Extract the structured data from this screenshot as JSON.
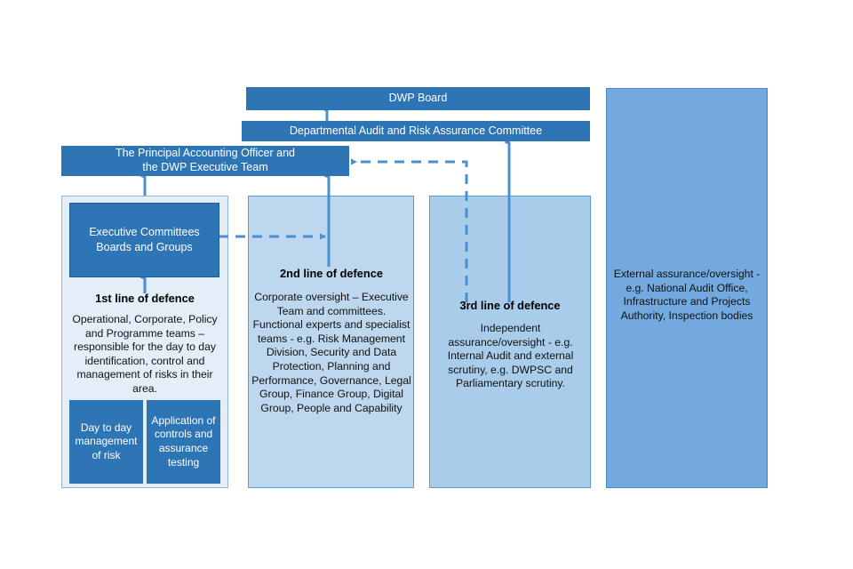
{
  "diagram": {
    "title_bars": [
      {
        "id": "dwp-board",
        "label": "DWP Board"
      },
      {
        "id": "darac",
        "label": "Departmental Audit and Risk Assurance Committee"
      },
      {
        "id": "pao",
        "label": "The Principal Accounting Officer and\nthe DWP Executive Team"
      }
    ],
    "columns": [
      {
        "id": "first-line",
        "header_box": "Executive Committees\nBoards and Groups",
        "lead": "1st line of defence",
        "body": "Operational, Corporate, Policy and Programme teams – responsible for the day to day identification, control and management of risks in their area.",
        "sub_boxes": [
          "Day to day management of risk",
          "Application of controls and assurance testing"
        ]
      },
      {
        "id": "second-line",
        "lead": "2nd line of defence",
        "body": "Corporate oversight – Executive Team and committees. Functional experts and specialist teams - e.g. Risk Management Division, Security and Data Protection, Planning and Performance, Governance, Legal Group, Finance Group, Digital Group, People and Capability"
      },
      {
        "id": "third-line",
        "lead": "3rd line of defence",
        "body": "Independent assurance/oversight - e.g. Internal Audit and external scrutiny, e.g. DWPSC and Parliamentary scrutiny."
      },
      {
        "id": "external",
        "body": "External assurance/oversight - e.g. National Audit Office, Infrastructure and Projects Authority, Inspection bodies"
      }
    ],
    "colors": {
      "dark_blue": "#2E75B6",
      "arrow_blue": "#4A8FD0",
      "col1_fill": "#E3EEF9",
      "col2_fill": "#BDD7EE",
      "col3_fill": "#A9CCEB",
      "col4_fill": "#72A9DE",
      "text_dark": "#111111",
      "text_light": "#FFFFFF"
    }
  }
}
